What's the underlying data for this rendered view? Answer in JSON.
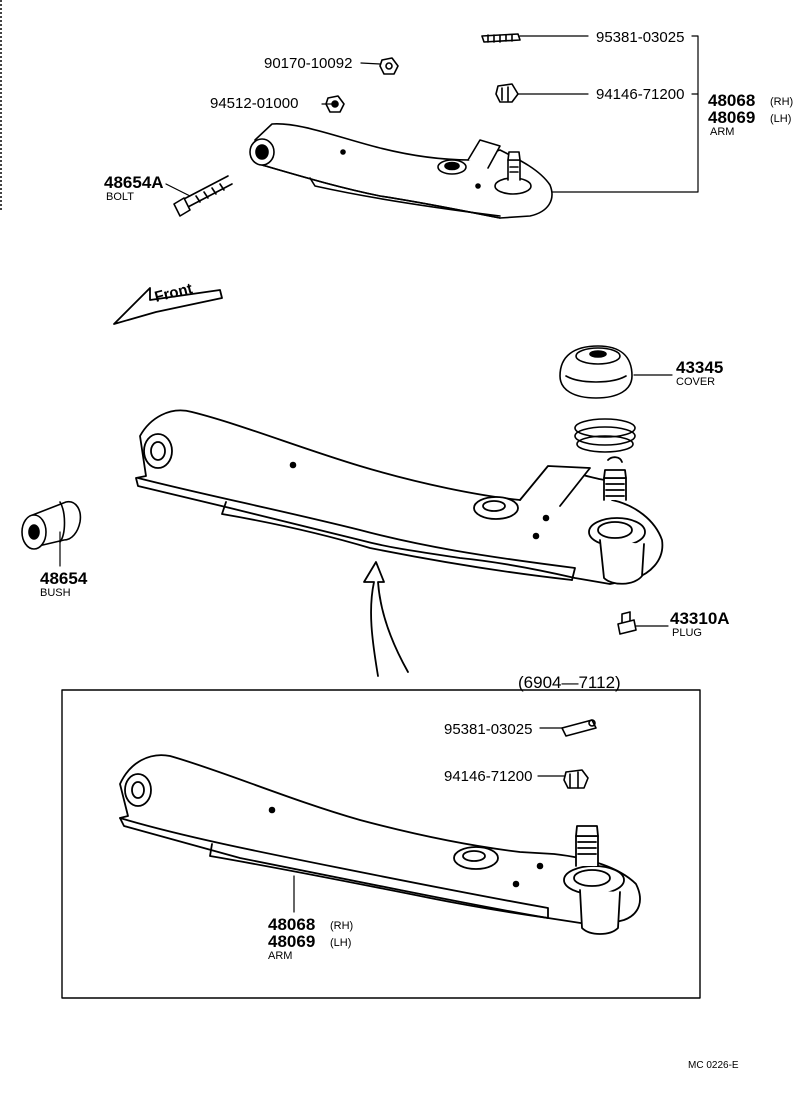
{
  "upper": {
    "p95381": "95381-03025",
    "p90170": "90170-10092",
    "p94146": "94146-71200",
    "p94512": "94512-01000",
    "arm_rh": "48068",
    "arm_lh": "48069",
    "rh": "(RH)",
    "lh": "(LH)",
    "arm_label": "ARM",
    "bolt_pn": "48654A",
    "bolt_label": "BOLT"
  },
  "front_label": "Front",
  "parts": {
    "cover_pn": "43345",
    "cover_label": "COVER",
    "bush_pn": "48654",
    "bush_label": "BUSH",
    "plug_pn": "43310A",
    "plug_label": "PLUG"
  },
  "inset": {
    "range": "(6904—7112)",
    "p95381": "95381-03025",
    "p94146": "94146-71200",
    "arm_rh": "48068",
    "arm_lh": "48069",
    "rh": "(RH)",
    "lh": "(LH)",
    "arm_label": "ARM"
  },
  "doc_code": "MC 0226-E"
}
